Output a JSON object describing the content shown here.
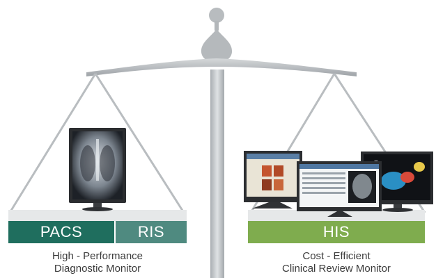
{
  "left_pan": {
    "labels": [
      "PACS",
      "RIS"
    ],
    "colors": [
      "#1f6e5e",
      "#4f8a80"
    ],
    "caption_line1": "High - Performance",
    "caption_line2": "Diagnostic Monitor"
  },
  "right_pan": {
    "label": "HIS",
    "color": "#7fac4e",
    "caption_line1": "Cost - Efficient",
    "caption_line2": "Clinical Review Monitor"
  },
  "icons": [
    "balance-scale-icon",
    "chest-xray-monitor-icon",
    "clinical-review-monitors-icon"
  ]
}
